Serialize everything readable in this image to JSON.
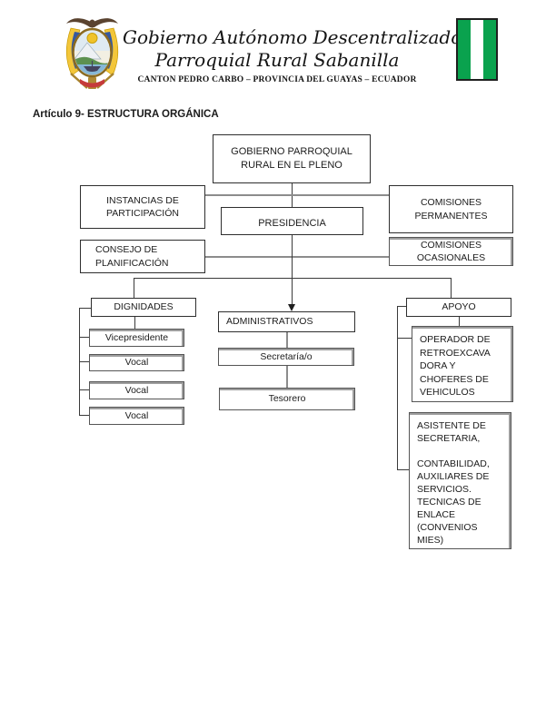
{
  "header": {
    "title_line1": "Gobierno Autónomo Descentralizado",
    "title_line2": "Parroquial Rural Sabanilla",
    "subtitle": "CANTON PEDRO CARBO – PROVINCIA DEL GUAYAS – ECUADOR",
    "emblem": "ecuador-coat-of-arms",
    "flag": {
      "stripe_colors": [
        "#0aa24e",
        "#ffffff",
        "#0aa24e"
      ],
      "border_color": "#1f1f1f"
    }
  },
  "article_heading": "Artículo 9- ESTRUCTURA ORGÁNICA",
  "chart": {
    "type": "org-chart",
    "connector_colors": {
      "dark": "#3a3a3a",
      "gray": "#8c8c8c"
    },
    "nodes": {
      "gobierno": {
        "label": "GOBIERNO PARROQUIAL\nRURAL EN EL PLENO"
      },
      "instancias": {
        "label": "INSTANCIAS DE\nPARTICIPACIÓN"
      },
      "presidencia": {
        "label": "PRESIDENCIA"
      },
      "comisiones_permanentes": {
        "label": "COMISIONES\nPERMANENTES"
      },
      "consejo": {
        "label": "CONSEJO DE\nPLANIFICACIÓN"
      },
      "comisiones_ocasionales": {
        "label": "COMISIONES\nOCASIONALES"
      },
      "dignidades": {
        "label": "DIGNIDADES"
      },
      "administrativos": {
        "label": "ADMINISTRATIVOS"
      },
      "apoyo": {
        "label": "APOYO"
      },
      "vicepresidente": {
        "label": "Vicepresidente"
      },
      "vocal_1": {
        "label": "Vocal"
      },
      "vocal_2": {
        "label": "Vocal"
      },
      "vocal_3": {
        "label": "Vocal"
      },
      "secretaria": {
        "label": "Secretaría/o"
      },
      "tesorero": {
        "label": "Tesorero"
      },
      "operador": {
        "label": "OPERADOR DE\nRETROEXCAVA\nDORA Y\nCHOFERES DE\nVEHICULOS"
      },
      "asistente": {
        "label": "ASISTENTE DE\nSECRETARIA,\n\nCONTABILIDAD,\nAUXILIARES DE\nSERVICIOS.\nTECNICAS DE\nENLACE\n(CONVENIOS\nMIES)"
      }
    }
  }
}
